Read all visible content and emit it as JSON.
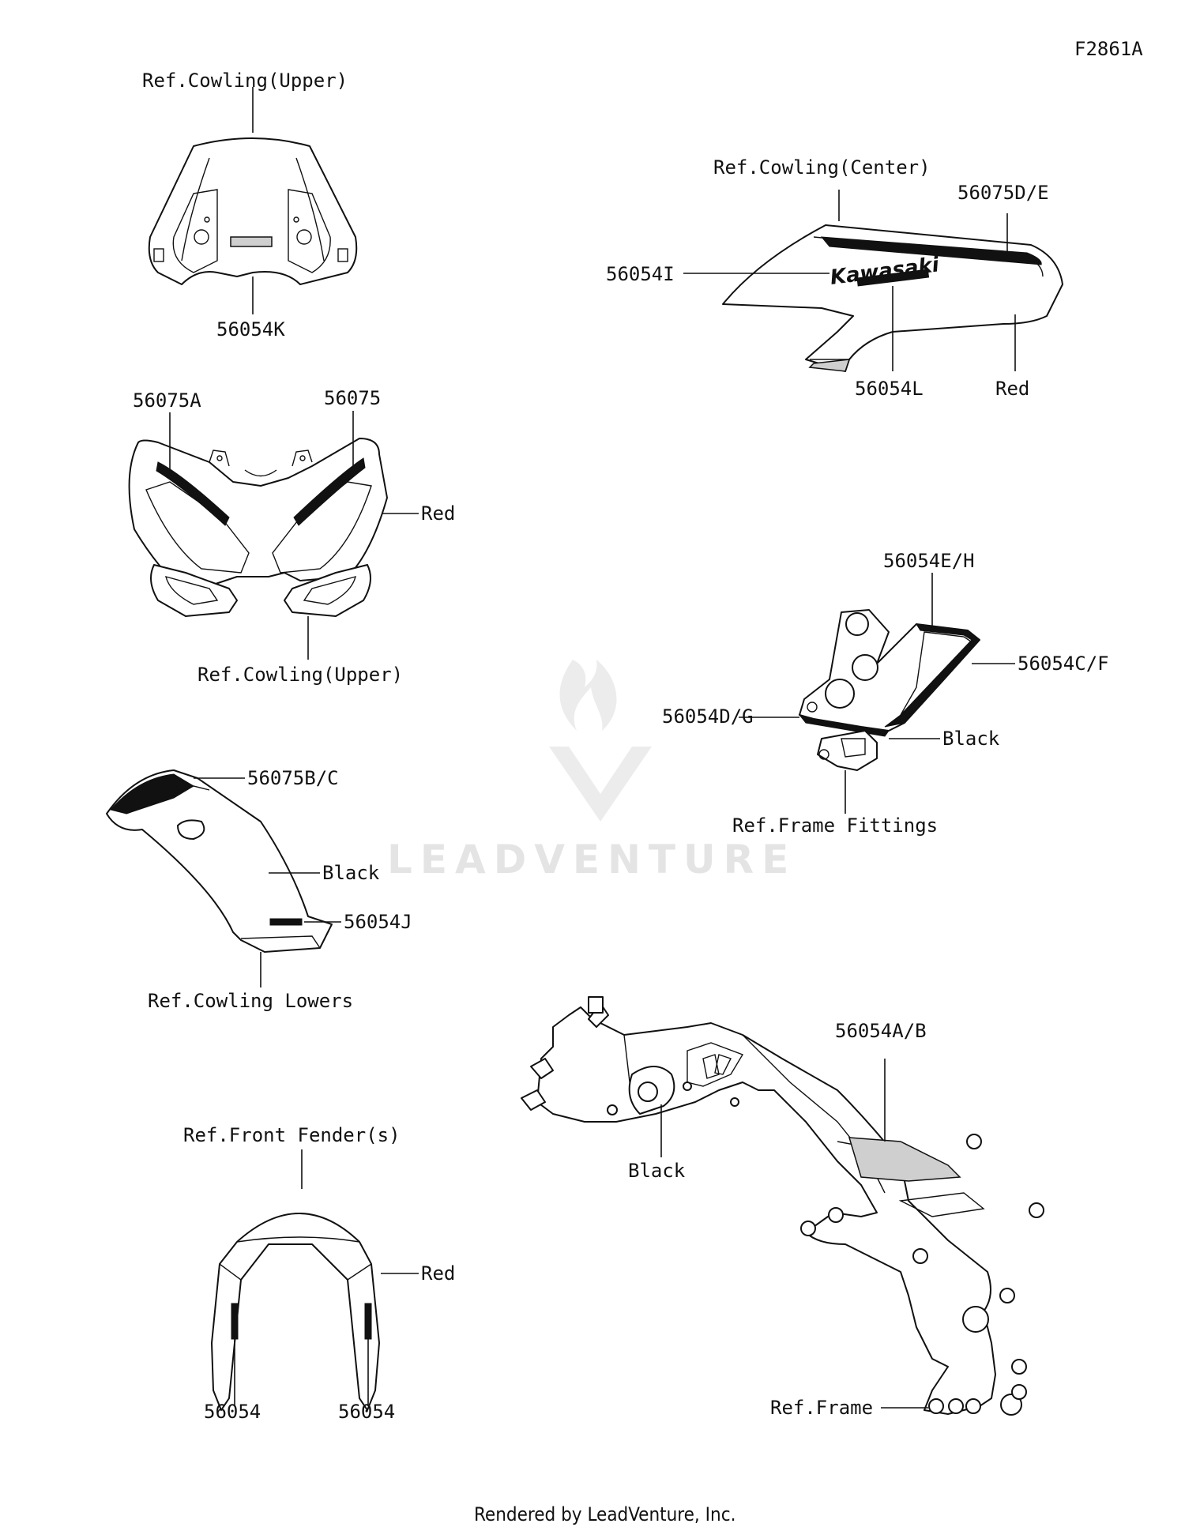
{
  "figure_code": "F2861A",
  "labels": {
    "ref_cowling_upper_top": "Ref.Cowling(Upper)",
    "p56054K": "56054K",
    "ref_cowling_center": "Ref.Cowling(Center)",
    "p56075DE": "56075D/E",
    "p56054I": "56054I",
    "p56054L": "56054L",
    "red_center": "Red",
    "p56075A": "56075A",
    "p56075": "56075",
    "red_upper": "Red",
    "ref_cowling_upper_bottom": "Ref.Cowling(Upper)",
    "p56054EH": "56054E/H",
    "p56054CF": "56054C/F",
    "p56054DG": "56054D/G",
    "black_fittings": "Black",
    "ref_frame_fittings": "Ref.Frame Fittings",
    "p56075BC": "56075B/C",
    "black_lowers": "Black",
    "p56054J": "56054J",
    "ref_cowling_lowers": "Ref.Cowling Lowers",
    "ref_front_fenders": "Ref.Front Fender(s)",
    "red_fender": "Red",
    "p56054_left": "56054",
    "p56054_right": "56054",
    "p56054AB": "56054A/B",
    "black_frame": "Black",
    "ref_frame": "Ref.Frame"
  },
  "logo_text": "Kawasaki",
  "watermark": "LEADVENTURE",
  "footer": "Rendered by LeadVenture, Inc."
}
